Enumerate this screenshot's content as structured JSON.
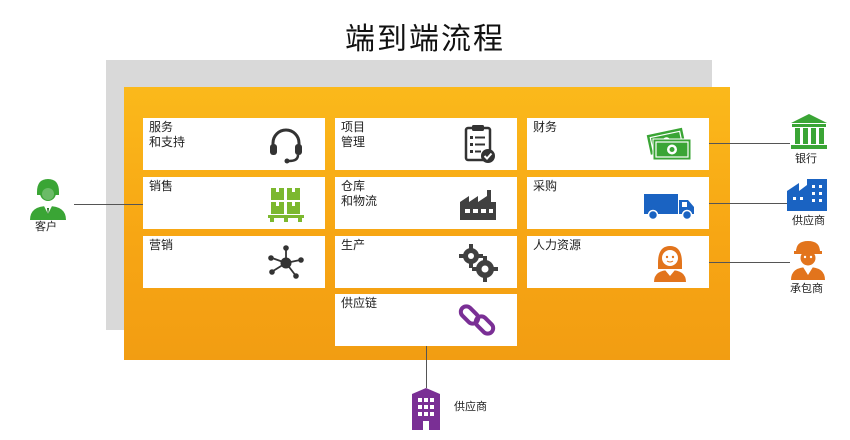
{
  "title": "端到端流程",
  "tiles": {
    "service": "服务\n和支持",
    "project": "项目\n管理",
    "finance": "财务",
    "sales": "销售",
    "warehouse": "仓库\n和物流",
    "purchase": "采购",
    "marketing": "营销",
    "production": "生产",
    "hr": "人力资源",
    "supply_chain": "供应链"
  },
  "external": {
    "customer": "客户",
    "bank": "银行",
    "supplier_right": "供应商",
    "contractor": "承包商",
    "supplier_bottom": "供应商"
  },
  "colors": {
    "orange": "#f7a614",
    "green": "#3aa535",
    "blue": "#1a63c2",
    "purple": "#7a2f95",
    "dark_gray": "#404040"
  },
  "icons": {
    "service": "headset-icon",
    "project": "clipboard-checklist-icon",
    "finance": "money-icon",
    "sales": "boxes-pallet-icon",
    "warehouse": "factory-icon",
    "purchase": "truck-icon",
    "marketing": "network-hub-icon",
    "production": "gears-icon",
    "hr": "woman-person-icon",
    "supply_chain": "chain-link-icon",
    "customer": "businessman-icon",
    "bank": "bank-icon",
    "supplier_right": "building-icon",
    "contractor": "worker-icon",
    "supplier_bottom": "office-building-icon"
  }
}
